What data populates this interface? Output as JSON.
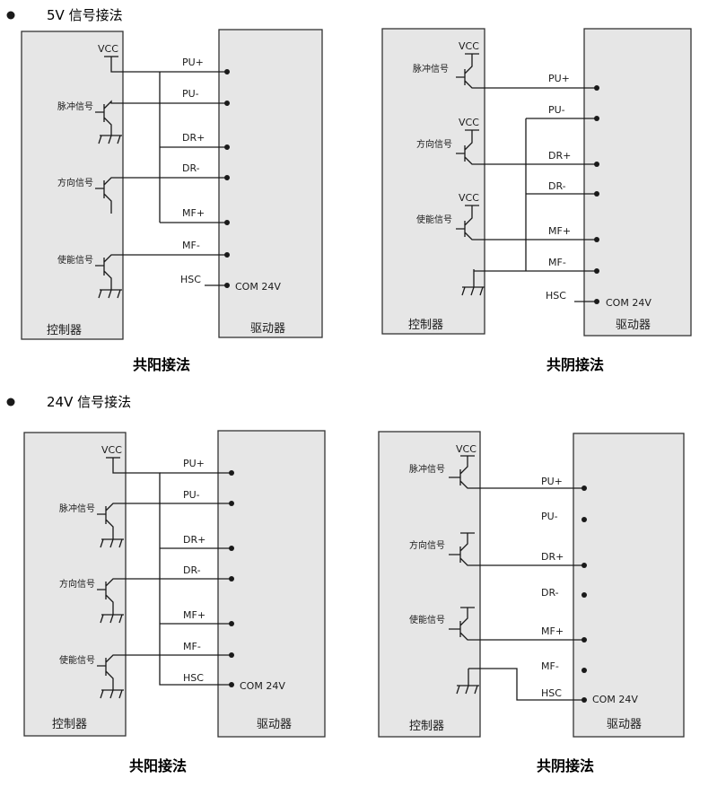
{
  "sections": [
    {
      "heading": "5V 信号接法"
    },
    {
      "heading": "24V 信号接法"
    }
  ],
  "labels": {
    "controller": "控制器",
    "driver": "驱动器",
    "vcc": "VCC",
    "pulse_signal": "脉冲信号",
    "direction_signal": "方向信号",
    "enable_signal": "使能信号",
    "pu_plus": "PU+",
    "pu_minus": "PU-",
    "dr_plus": "DR+",
    "dr_minus": "DR-",
    "mf_plus": "MF+",
    "mf_minus": "MF-",
    "hsc": "HSC",
    "com24v": "COM 24V"
  },
  "captions": {
    "common_anode": "共阳接法",
    "common_cathode": "共阴接法"
  },
  "colors": {
    "box_fill": "#e6e6e6",
    "line": "#1a1a1a"
  }
}
